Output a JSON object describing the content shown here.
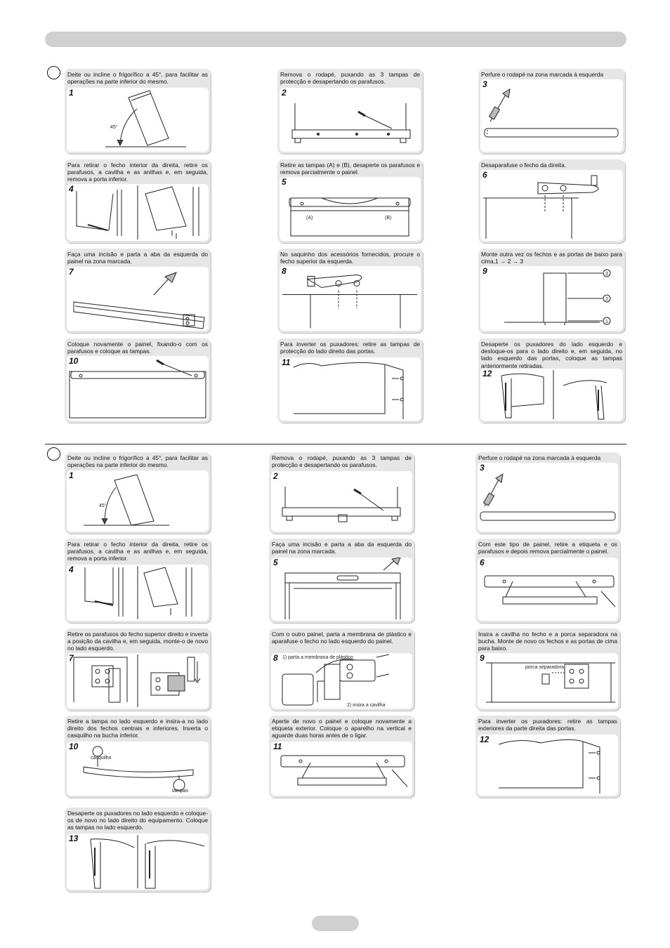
{
  "section_a": {
    "steps": [
      {
        "num": "1",
        "text": "Deite ou incline o frigorífico a 45°, para facilitar as operações na parte inferior do mesmo.",
        "label": "45°"
      },
      {
        "num": "2",
        "text": "Remova o rodapé, puxando as 3 tampas de protecção e desapertando os parafusos."
      },
      {
        "num": "3",
        "text": "Perfure o rodapé na zona marcada à esquerda"
      },
      {
        "num": "4",
        "text": "Para retirar o fecho interior da direita, retire os parafusos, a cavilha e as anilhas e, em seguida, remova a porta inferior."
      },
      {
        "num": "5",
        "text": "Retire as tampas (A) e (B), desaperte os parafusos e remova parcialmente o painel.",
        "label_a": "(A)",
        "label_b": "(B)"
      },
      {
        "num": "6",
        "text": "Desaparafuse o fecho da direita."
      },
      {
        "num": "7",
        "text": "Faça uma incisão e parta a aba da esquerda do painel na zona marcada."
      },
      {
        "num": "8",
        "text": "No saquinho dos acessórios fornecidos, procure o fecho superior da esquerda."
      },
      {
        "num": "9",
        "text": "Monte outra vez os fechos e as portas de baixo para cima,1 → 2 → 3",
        "m1": "1",
        "m2": "2",
        "m3": "3"
      },
      {
        "num": "10",
        "text": "Coloque novamente o painel, fixando-o com os parafusos e coloque as tampas."
      },
      {
        "num": "11",
        "text": "Para inverter os puxadores: retire as tampas de protecção do lado direito das portas."
      },
      {
        "num": "12",
        "text": "Desaperte os puxadores do lado esquerdo e desloque-os para o lado direito e, em seguida, no lado esquerdo das portas, coloque as tampas anteriormente retiradas."
      }
    ]
  },
  "section_b": {
    "steps": [
      {
        "num": "1",
        "text": "Deite ou incline o frigorífico a 45°, para facilitar as operações na parte inferior do mesmo.",
        "label": "45°"
      },
      {
        "num": "2",
        "text": "Remova o rodapé, puxando as 3 tampas de protecção e desapertando os parafusos."
      },
      {
        "num": "3",
        "text": "Perfure o rodapé na zona marcada à esquerda"
      },
      {
        "num": "4",
        "text": "Para retirar o fecho interior da direita, retire os parafusos, a cavilha e as anilhas e, em seguida, remova a porta inferior."
      },
      {
        "num": "5",
        "text": "Faça uma incisão e parta a aba da esquerda do painel na zona marcada."
      },
      {
        "num": "6",
        "text": "Com este tipo de painel, retire a etiqueta e os parafusos e depois remova parcialmente o painel."
      },
      {
        "num": "7",
        "text": "Retire os parafusos do fecho superior direito e inverta a posição da cavilha e, em seguida, monte-o de novo no lado esquerdo."
      },
      {
        "num": "8",
        "text": "Com o outro painel, parta a membrana de plástico e aparafuse o fecho no lado esquerdo do painel.",
        "label1": "1) parta a membrana de plástico",
        "label2": "2) insira a cavilha"
      },
      {
        "num": "9",
        "text": "Insira a cavilha no fecho e a porca separadora na bucha. Monte de novo os fechos e as portas de cima para baixo.",
        "label": "porca separadora"
      },
      {
        "num": "10",
        "text": "Retire a tampa no lado esquerdo e insira-a no lado direito dos fechos centrais e inferiores. Inverta o casquilho na bucha inferior.",
        "label1": "casquilho",
        "label2": "tampas"
      },
      {
        "num": "11",
        "text": "Aperte de novo o painel e coloque novamente a etiqueta exterior. Coloque o aparelho na vertical e aguarde duas horas antes de o ligar."
      },
      {
        "num": "12",
        "text": "Para inverter os puxadores: retire as tampas exteriores da parte direita das portas."
      },
      {
        "num": "13",
        "text": "Desaperte os puxadores no lado esquerdo e coloque-os de novo no lado direito do equipamento. Coloque as tampas no lado esquerdo."
      }
    ]
  }
}
